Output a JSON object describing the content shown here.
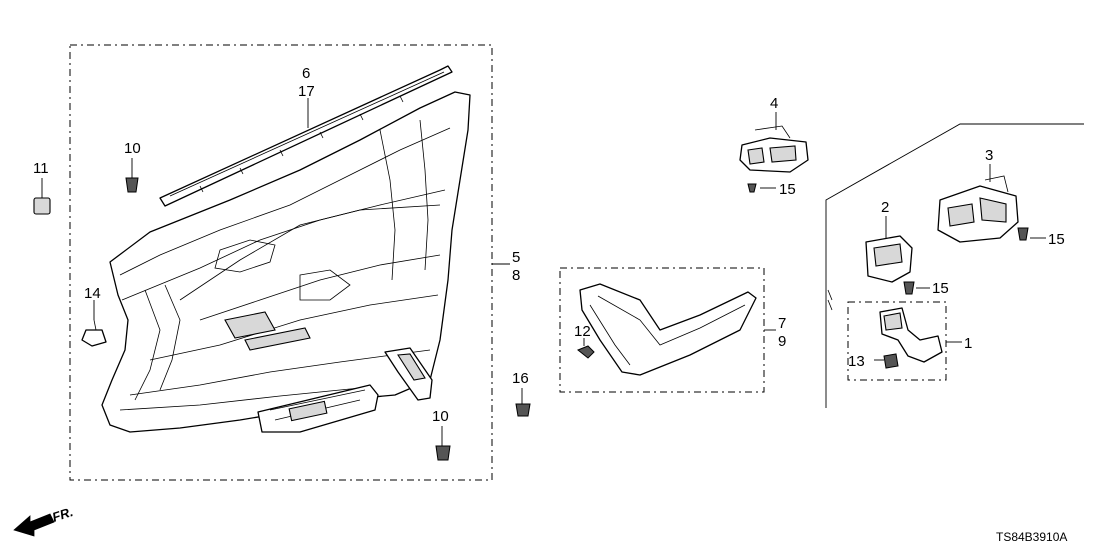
{
  "diagram": {
    "code": "TS84B3910A",
    "direction_label": "FR.",
    "callouts": {
      "c1": "1",
      "c2": "2",
      "c3": "3",
      "c4": "4",
      "c5": "5",
      "c6": "6",
      "c7": "7",
      "c8": "8",
      "c9": "9",
      "c10a": "10",
      "c10b": "10",
      "c11": "11",
      "c12": "12",
      "c13": "13",
      "c14": "14",
      "c15a": "15",
      "c15b": "15",
      "c15c": "15",
      "c16": "16",
      "c17": "17"
    }
  }
}
